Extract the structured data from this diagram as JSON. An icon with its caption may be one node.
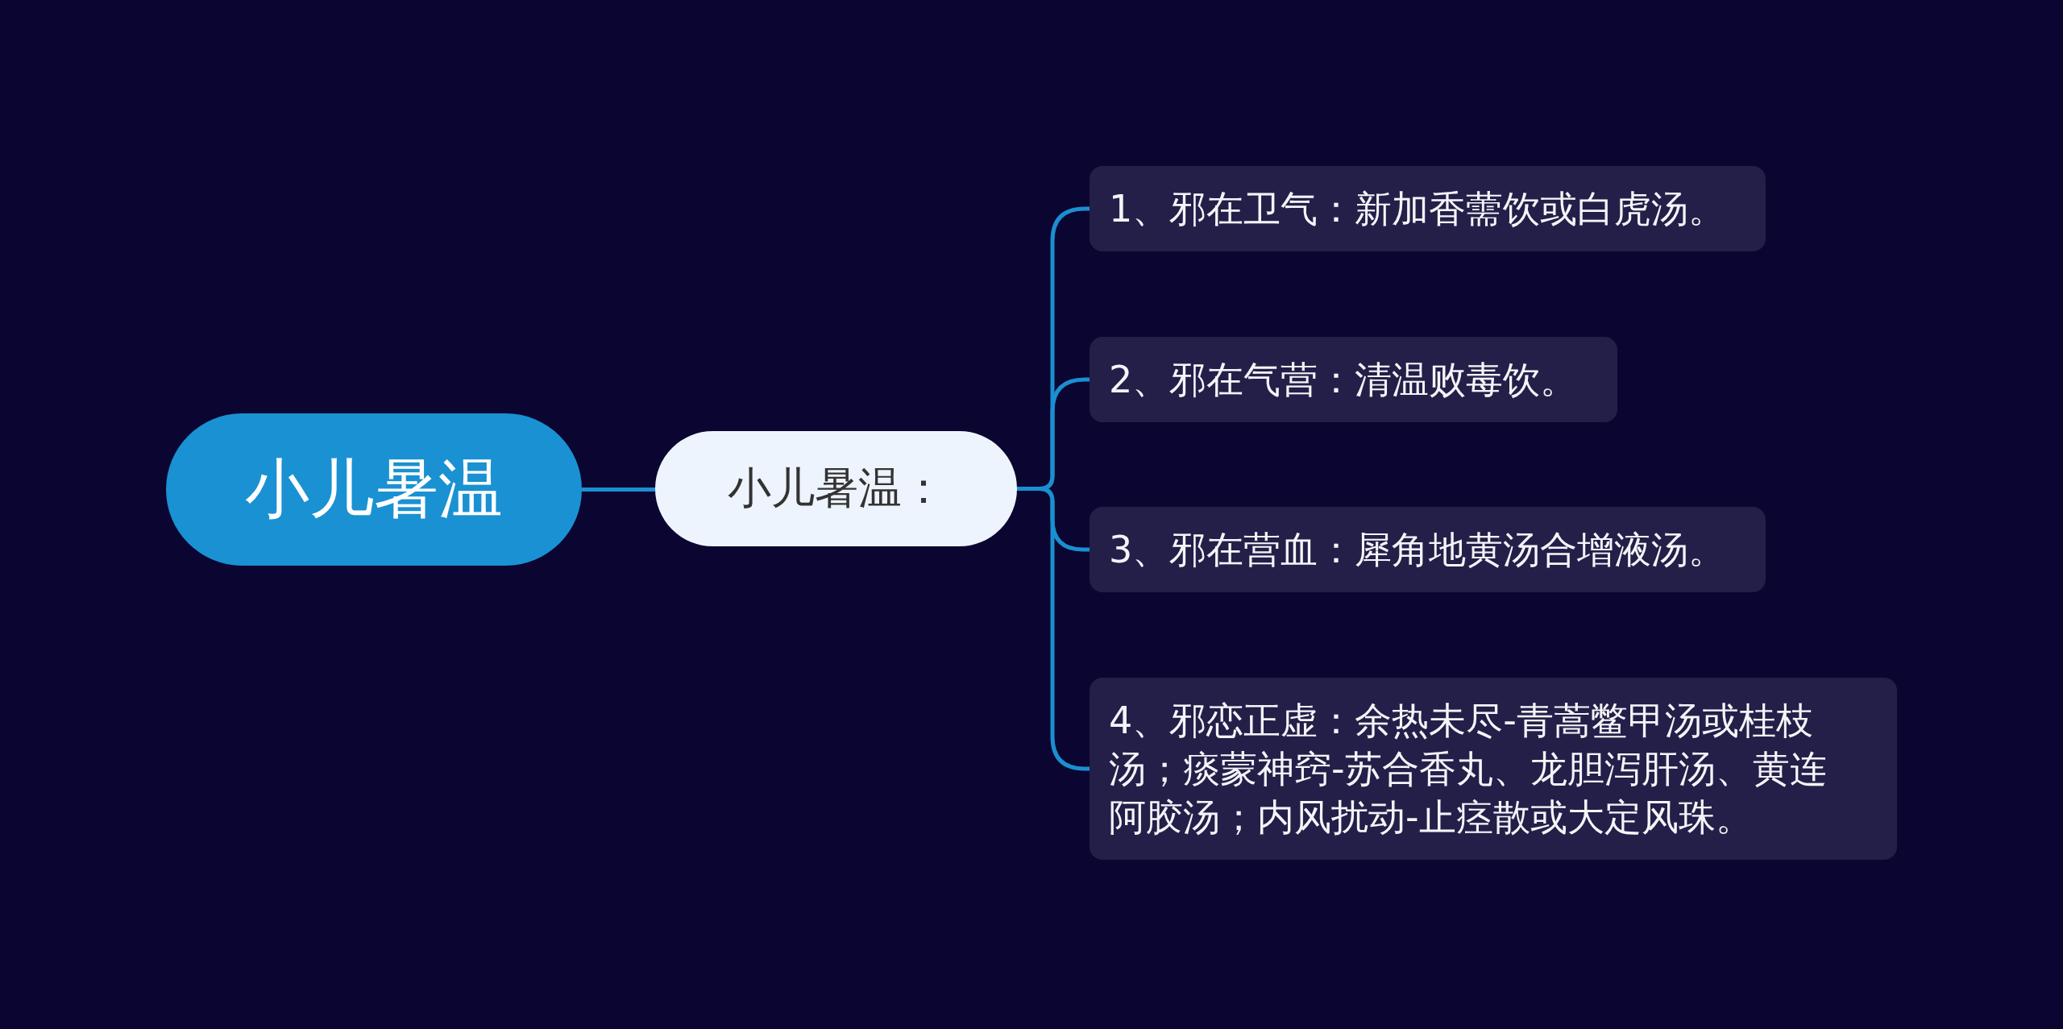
{
  "diagram": {
    "nodes": [
      {
        "text": [
          "小儿暑温"
        ]
      },
      {
        "text": [
          "小儿暑温："
        ]
      },
      {
        "text": [
          "1、邪在卫气：新加香薷饮或白虎汤。"
        ]
      },
      {
        "text": [
          "2、邪在气营：清温败毒饮。"
        ]
      },
      {
        "text": [
          "3、邪在营血：犀角地黄汤合增液汤。"
        ]
      },
      {
        "text": [
          "4、邪恋正虚：余热未尽-青蒿鳖甲汤或桂枝汤；痰蒙神窍-苏合香丸、龙胆泻肝汤、黄连阿胶汤；内风扰动-止痉散或大定风珠。"
        ]
      }
    ],
    "edges": [
      {
        "from": 0,
        "to": 1,
        "arrow": "none"
      },
      {
        "from": 1,
        "to": 2,
        "arrow": "none"
      },
      {
        "from": 1,
        "to": 3,
        "arrow": "none"
      },
      {
        "from": 1,
        "to": 4,
        "arrow": "none"
      },
      {
        "from": 1,
        "to": 5,
        "arrow": "none"
      }
    ]
  }
}
